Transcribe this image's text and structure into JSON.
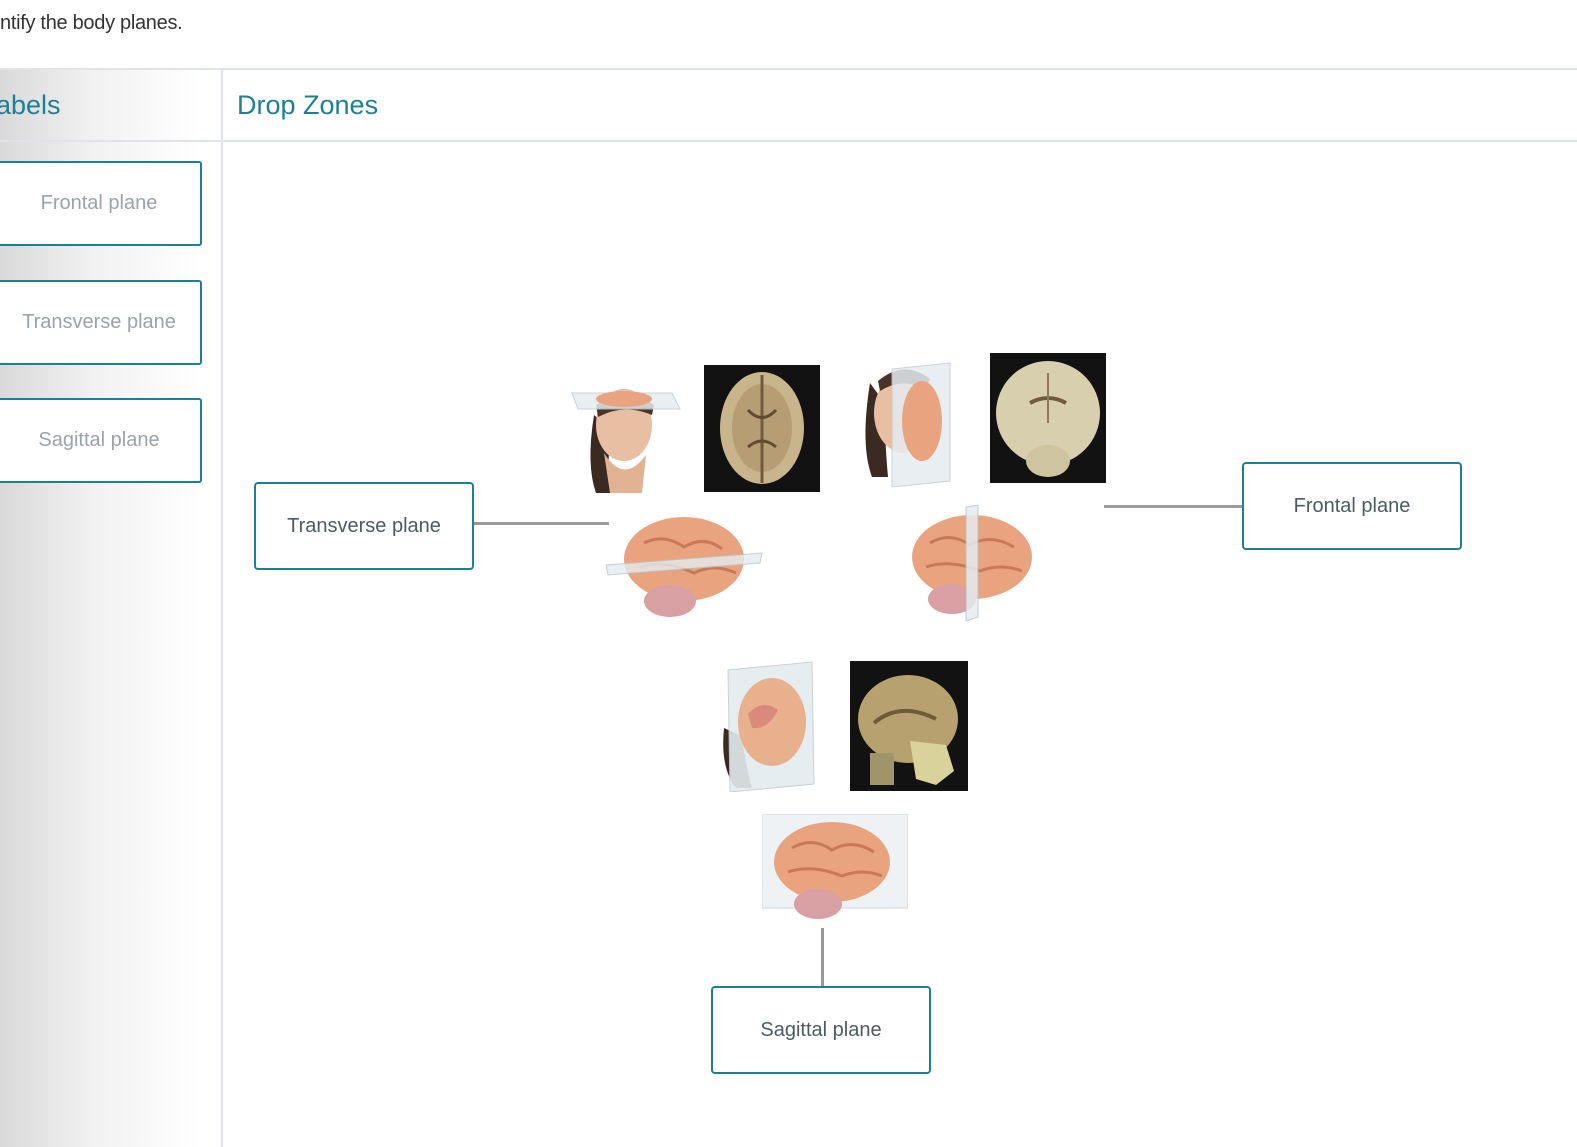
{
  "instruction": "ntify the body planes.",
  "labels_panel": {
    "header": "abels",
    "items": [
      {
        "label": "Frontal plane"
      },
      {
        "label": "Transverse plane"
      },
      {
        "label": "Sagittal plane"
      }
    ]
  },
  "drop_zones": {
    "header": "Drop Zones",
    "placed": {
      "transverse": "Transverse plane",
      "frontal": "Frontal plane",
      "sagittal": "Sagittal plane"
    }
  },
  "colors": {
    "accent": "#1d7f96",
    "border": "#dfe4e8",
    "brain": "#e9a47f",
    "slice_bg": "#111111"
  }
}
